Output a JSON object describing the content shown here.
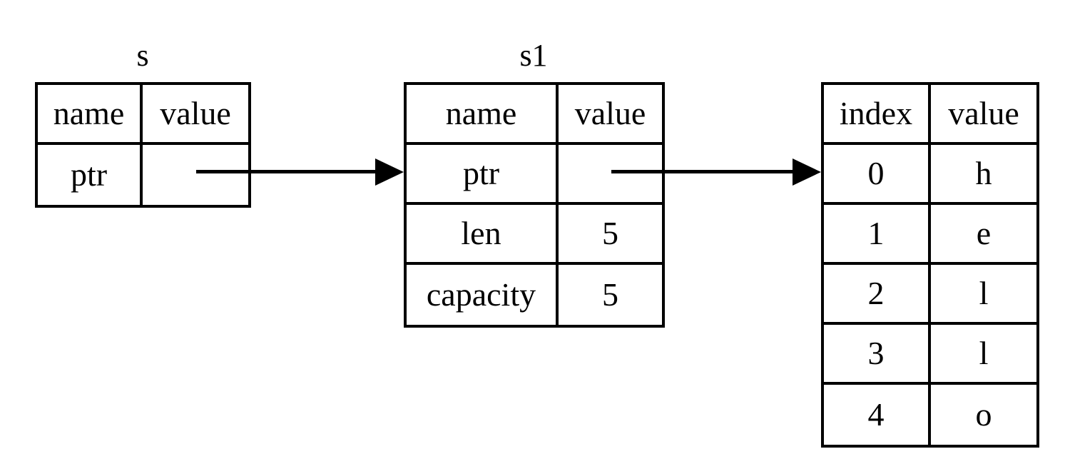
{
  "diagram": {
    "background_color": "#ffffff",
    "line_color": "#000000"
  },
  "tables": {
    "s": {
      "caption": "s",
      "headers": {
        "left": "name",
        "right": "value"
      },
      "rows": [
        {
          "name": "ptr",
          "value": ""
        }
      ]
    },
    "s1": {
      "caption": "s1",
      "headers": {
        "left": "name",
        "right": "value"
      },
      "rows": [
        {
          "name": "ptr",
          "value": ""
        },
        {
          "name": "len",
          "value": "5"
        },
        {
          "name": "capacity",
          "value": "5"
        }
      ]
    },
    "buffer": {
      "caption": "",
      "headers": {
        "left": "index",
        "right": "value"
      },
      "rows": [
        {
          "index": "0",
          "value": "h"
        },
        {
          "index": "1",
          "value": "e"
        },
        {
          "index": "2",
          "value": "l"
        },
        {
          "index": "3",
          "value": "l"
        },
        {
          "index": "4",
          "value": "o"
        }
      ]
    }
  },
  "arrows": [
    {
      "name": "s-ptr-to-s1",
      "from": "s.ptr.value",
      "to": "s1",
      "style": "solid-line-filled-head"
    },
    {
      "name": "s1-ptr-to-buffer",
      "from": "s1.ptr.value",
      "to": "buffer.row0",
      "style": "solid-line-filled-head"
    }
  ]
}
